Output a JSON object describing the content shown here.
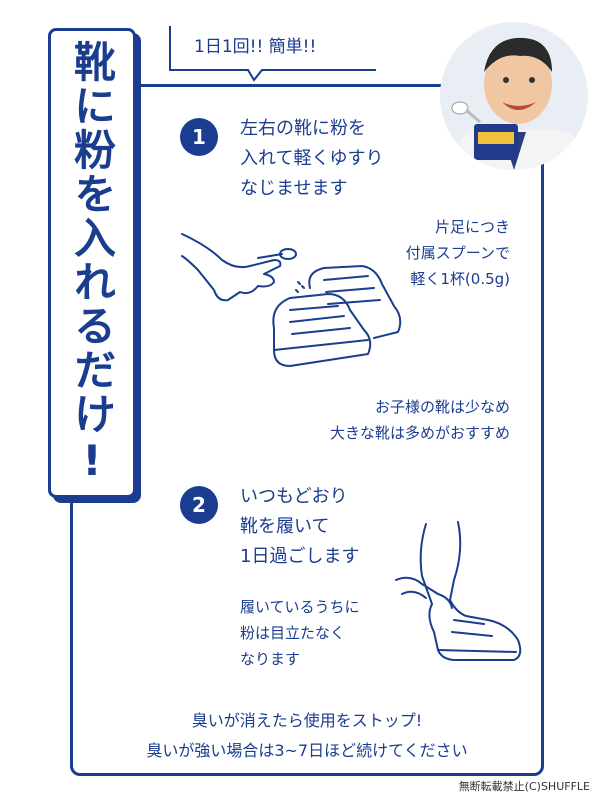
{
  "title": "靴に粉を入れるだけ!",
  "speech_bubble": "1日1回!!  簡単!!",
  "step1": {
    "number": "1",
    "lines": [
      "左右の靴に粉を",
      "入れて軽くゆすり",
      "なじませます"
    ],
    "note_amount": [
      "片足につき",
      "付属スプーンで",
      "軽く1杯(0.5g)"
    ],
    "note_size": [
      "お子様の靴は少なめ",
      "大きな靴は多めがおすすめ"
    ]
  },
  "step2": {
    "number": "2",
    "lines": [
      "いつもどおり",
      "靴を履いて",
      "1日過ごします"
    ],
    "note": [
      "履いているうちに",
      "粉は目立たなく",
      "なります"
    ]
  },
  "bottom": {
    "line1": "臭いが消えたら使用をストップ!",
    "line2": "臭いが強い場合は3~7日ほど続けてください"
  },
  "copyright": "無断転載禁止(C)SHUFFLE",
  "colors": {
    "primary": "#1a3d8f",
    "background": "#ffffff"
  }
}
